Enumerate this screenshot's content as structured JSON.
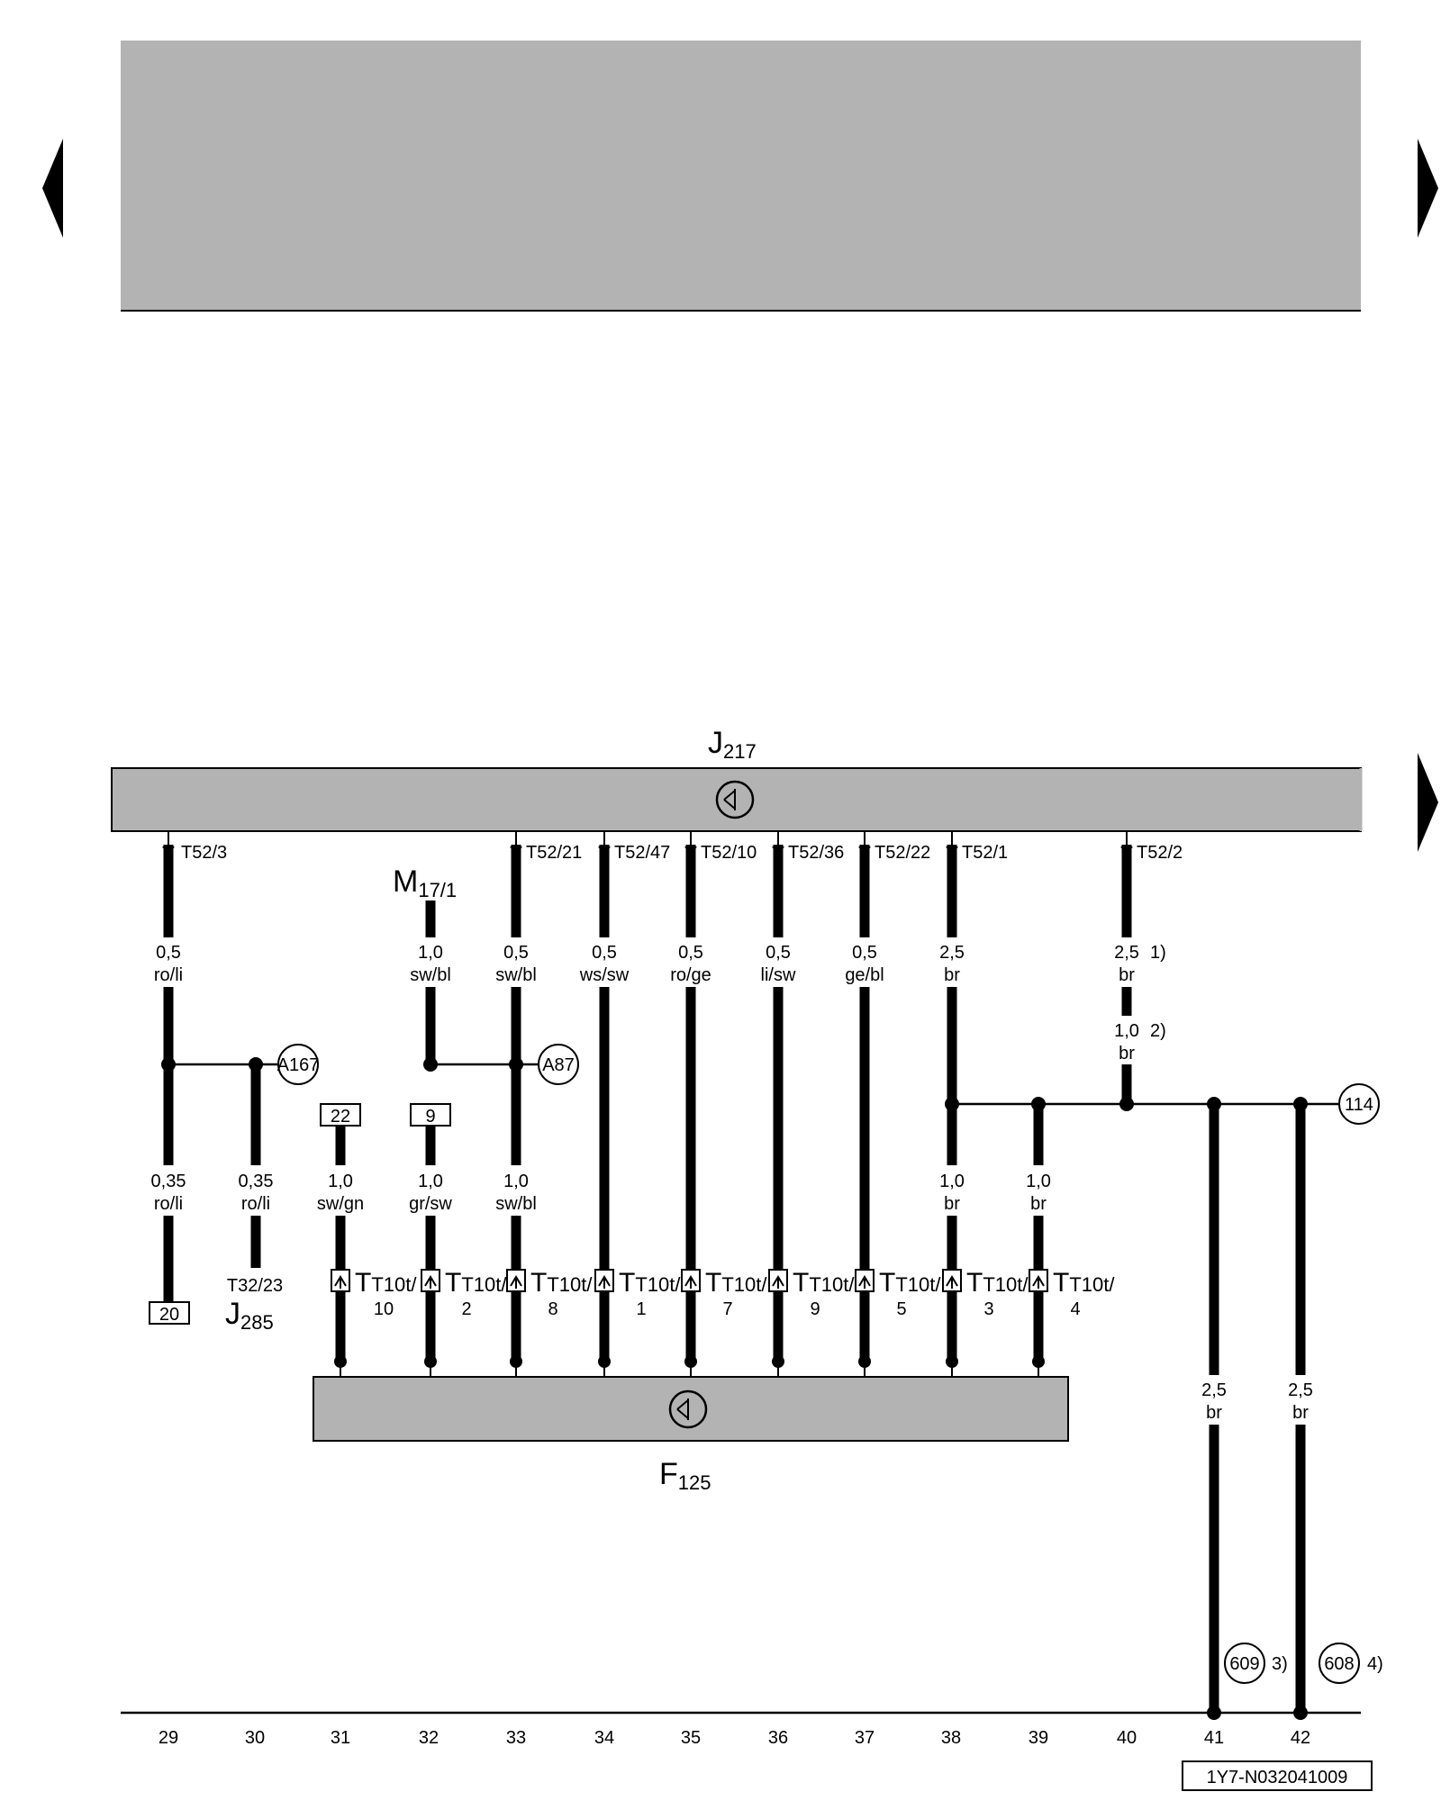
{
  "nav": {
    "prev_label": "◀",
    "next_label": "▶"
  },
  "components": {
    "J217": {
      "letter": "J",
      "sub": "217"
    },
    "F125": {
      "letter": "F",
      "sub": "125"
    },
    "M17_1": {
      "letter": "M",
      "sub": "17/1"
    },
    "J285": {
      "letter": "J",
      "sub": "285"
    }
  },
  "top_pins": [
    {
      "id": "p3",
      "label": "T52/3"
    },
    {
      "id": "p21",
      "label": "T52/21"
    },
    {
      "id": "p47",
      "label": "T52/47"
    },
    {
      "id": "p10",
      "label": "T52/10"
    },
    {
      "id": "p36",
      "label": "T52/36"
    },
    {
      "id": "p22",
      "label": "T52/22"
    },
    {
      "id": "p1",
      "label": "T52/1"
    },
    {
      "id": "p2",
      "label": "T52/2"
    }
  ],
  "wire_labels": [
    {
      "id": "w29a",
      "size": "0,5",
      "color": "ro/li"
    },
    {
      "id": "w32a",
      "size": "1,0",
      "color": "sw/bl"
    },
    {
      "id": "w33a",
      "size": "0,5",
      "color": "sw/bl"
    },
    {
      "id": "w34a",
      "size": "0,5",
      "color": "ws/sw"
    },
    {
      "id": "w35a",
      "size": "0,5",
      "color": "ro/ge"
    },
    {
      "id": "w36a",
      "size": "0,5",
      "color": "li/sw"
    },
    {
      "id": "w37a",
      "size": "0,5",
      "color": "ge/bl"
    },
    {
      "id": "w38a",
      "size": "2,5",
      "color": "br"
    },
    {
      "id": "w40a",
      "size": "2,5",
      "color": "br",
      "note": "1)"
    },
    {
      "id": "w40b",
      "size": "1,0",
      "color": "br",
      "note": "2)"
    },
    {
      "id": "w29b",
      "size": "0,35",
      "color": "ro/li"
    },
    {
      "id": "w30b",
      "size": "0,35",
      "color": "ro/li"
    },
    {
      "id": "w31b",
      "size": "1,0",
      "color": "sw/gn"
    },
    {
      "id": "w32b",
      "size": "1,0",
      "color": "gr/sw"
    },
    {
      "id": "w33b",
      "size": "1,0",
      "color": "sw/bl"
    },
    {
      "id": "w38b",
      "size": "1,0",
      "color": "br"
    },
    {
      "id": "w39b",
      "size": "1,0",
      "color": "br"
    },
    {
      "id": "w41",
      "size": "2,5",
      "color": "br"
    },
    {
      "id": "w42",
      "size": "2,5",
      "color": "br"
    }
  ],
  "circle_refs": [
    {
      "id": "A167",
      "label": "A167"
    },
    {
      "id": "A87",
      "label": "A87"
    },
    {
      "id": "c114",
      "label": "114"
    },
    {
      "id": "c609",
      "label": "609",
      "note": "3)"
    },
    {
      "id": "c608",
      "label": "608",
      "note": "4)"
    }
  ],
  "box_refs": [
    {
      "id": "b20",
      "label": "20"
    },
    {
      "id": "b22",
      "label": "22"
    },
    {
      "id": "b9",
      "label": "9"
    }
  ],
  "j285_pin": "T32/23",
  "connectors": [
    {
      "id": "k31",
      "main": "T10t/",
      "num": "10"
    },
    {
      "id": "k32",
      "main": "T10t/",
      "num": "2"
    },
    {
      "id": "k33",
      "main": "T10t/",
      "num": "8"
    },
    {
      "id": "k34",
      "main": "T10t/",
      "num": "1"
    },
    {
      "id": "k35",
      "main": "T10t/",
      "num": "7"
    },
    {
      "id": "k36",
      "main": "T10t/",
      "num": "9"
    },
    {
      "id": "k37",
      "main": "T10t/",
      "num": "5"
    },
    {
      "id": "k38",
      "main": "T10t/",
      "num": "3"
    },
    {
      "id": "k39",
      "main": "T10t/",
      "num": "4"
    }
  ],
  "tracks": [
    "29",
    "30",
    "31",
    "32",
    "33",
    "34",
    "35",
    "36",
    "37",
    "38",
    "39",
    "40",
    "41",
    "42"
  ],
  "doc_id": "1Y7-N032041009"
}
